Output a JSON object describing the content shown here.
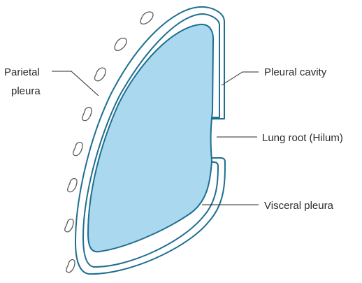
{
  "labels": {
    "parietal_line1": "Parietal",
    "parietal_line2": "pleura",
    "pleural_cavity": "Pleural cavity",
    "lung_root": "Lung root (Hilum)",
    "visceral_pleura": "Visceral pleura"
  },
  "colors": {
    "lung_fill": "#a9d8ef",
    "outline": "#1f6f91",
    "text": "#2b2b2b"
  }
}
